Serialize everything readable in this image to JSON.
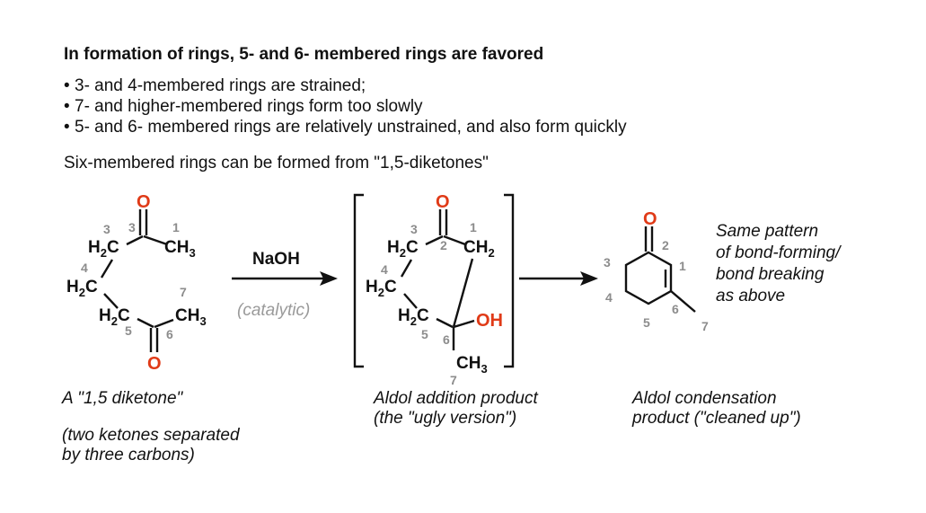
{
  "heading": "In formation of rings, 5- and 6- membered rings are favored",
  "bullets": [
    "3- and 4-membered rings are strained;",
    "7- and higher-membered rings form too slowly",
    "5- and 6- membered rings are relatively unstrained, and also form quickly"
  ],
  "subheading": "Six-membered rings can be formed from \"1,5-diketones\"",
  "colors": {
    "oxygen": "#e03a17",
    "label_gray": "#8c8c8c",
    "bond": "#111111"
  },
  "reagent": {
    "name": "NaOH",
    "note": "(catalytic)"
  },
  "atoms": {
    "O": "O",
    "OH": "OH",
    "H": "H",
    "C": "C",
    "sub2": "2",
    "sub3": "3"
  },
  "numbers": [
    "1",
    "2",
    "3",
    "4",
    "5",
    "6",
    "7"
  ],
  "captions": {
    "diketone_line1": "A  \"1,5 diketone\"",
    "diketone_line2": "(two ketones separated",
    "diketone_line3": "by three carbons)",
    "aldol_add_line1": "Aldol addition product",
    "aldol_add_line2": "(the \"ugly version\")",
    "aldol_cond_line1": "Aldol condensation",
    "aldol_cond_line2": "product (\"cleaned up\")",
    "note_line1": "Same pattern",
    "note_line2": "of bond-forming/",
    "note_line3": "bond breaking",
    "note_line4": "as above"
  }
}
